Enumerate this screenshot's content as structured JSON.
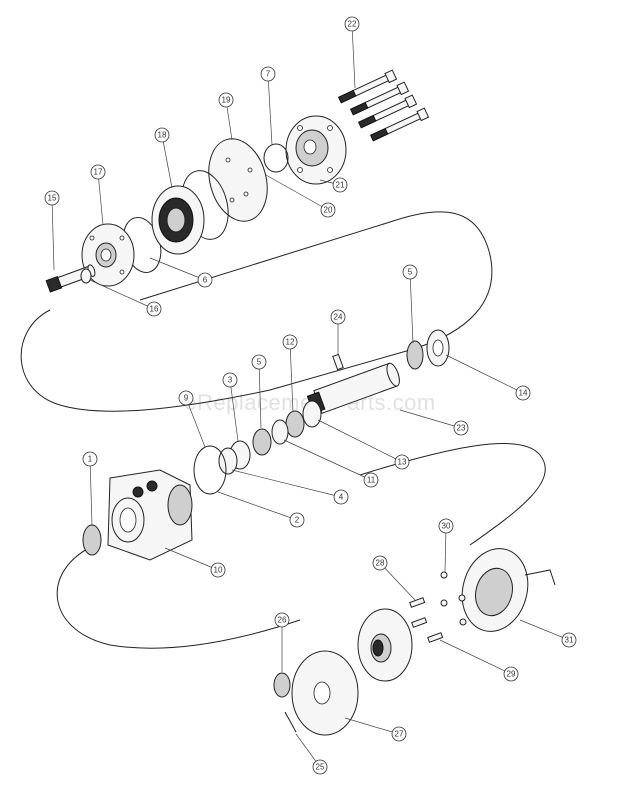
{
  "watermark": "eReplacementParts.com",
  "callouts": [
    {
      "id": "c22a",
      "text": "22"
    },
    {
      "id": "c7",
      "text": "7"
    },
    {
      "id": "c19",
      "text": "19"
    },
    {
      "id": "c18",
      "text": "18"
    },
    {
      "id": "c17",
      "text": "17"
    },
    {
      "id": "c15",
      "text": "15"
    },
    {
      "id": "c21",
      "text": "21"
    },
    {
      "id": "c20",
      "text": "20"
    },
    {
      "id": "c6",
      "text": "6"
    },
    {
      "id": "c16",
      "text": "16"
    },
    {
      "id": "c24",
      "text": "24"
    },
    {
      "id": "c5a",
      "text": "5"
    },
    {
      "id": "c14",
      "text": "14"
    },
    {
      "id": "c12",
      "text": "12"
    },
    {
      "id": "c5b",
      "text": "5"
    },
    {
      "id": "c3",
      "text": "3"
    },
    {
      "id": "c9",
      "text": "9"
    },
    {
      "id": "c23",
      "text": "23"
    },
    {
      "id": "c13",
      "text": "13"
    },
    {
      "id": "c11",
      "text": "11"
    },
    {
      "id": "c4",
      "text": "4"
    },
    {
      "id": "c1",
      "text": "1"
    },
    {
      "id": "c2",
      "text": "2"
    },
    {
      "id": "c10",
      "text": "10"
    },
    {
      "id": "c30",
      "text": "30"
    },
    {
      "id": "c28",
      "text": "28"
    },
    {
      "id": "c31",
      "text": "31"
    },
    {
      "id": "c26",
      "text": "26"
    },
    {
      "id": "c29",
      "text": "29"
    },
    {
      "id": "c27",
      "text": "27"
    },
    {
      "id": "c25",
      "text": "25"
    }
  ]
}
